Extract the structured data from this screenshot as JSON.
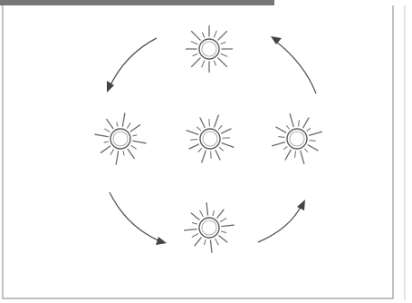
{
  "colors": {
    "background": "#ffffff",
    "header_bar": "#777777",
    "frame": "#9a9a9a",
    "sun_ring": "#5b5b5b",
    "sun_ray": "#6a6a6a",
    "arrow": "#555555"
  },
  "diagram": {
    "node_icon": "sun-icon",
    "nodes": [
      "top",
      "left",
      "center",
      "right",
      "bottom"
    ],
    "arrows": [
      {
        "from": "top",
        "to": "left",
        "direction": "counterclockwise"
      },
      {
        "from": "left",
        "to": "bottom",
        "direction": "counterclockwise"
      },
      {
        "from": "bottom",
        "to": "right",
        "direction": "counterclockwise"
      },
      {
        "from": "right",
        "to": "top",
        "direction": "counterclockwise"
      }
    ]
  }
}
